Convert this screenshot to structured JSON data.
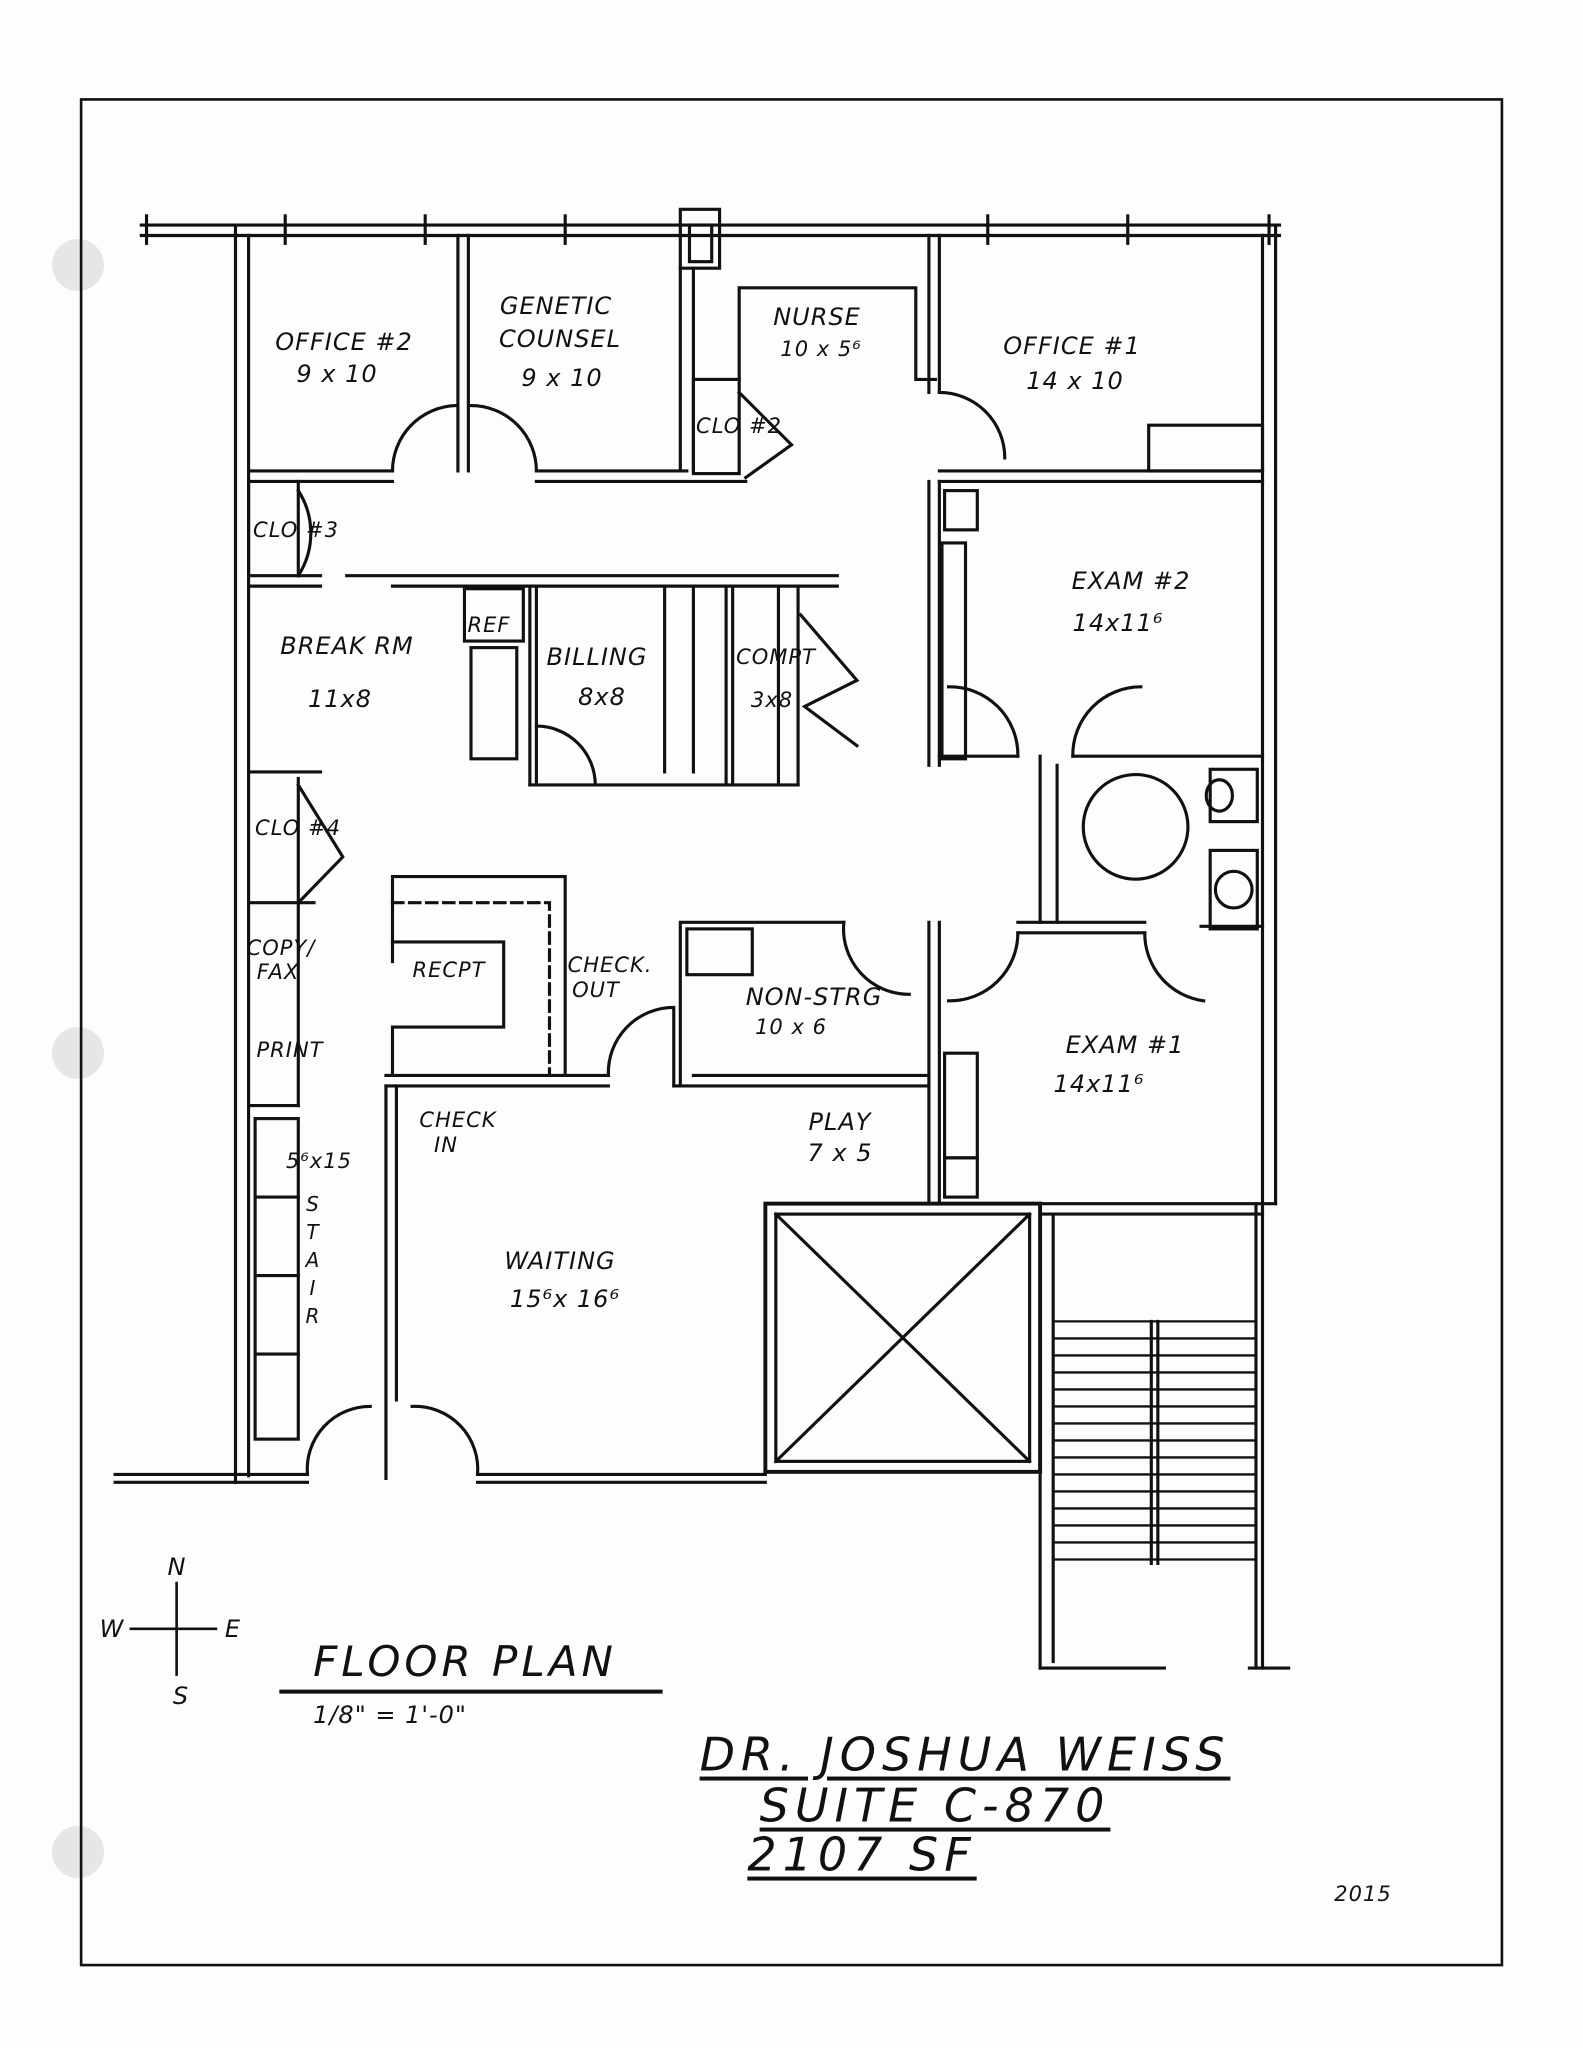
{
  "rooms": {
    "office2": {
      "name": "OFFICE #2",
      "size": "9 x 10"
    },
    "genetic": {
      "name_1": "GENETIC",
      "name_2": "COUNSEL",
      "size": "9 x 10"
    },
    "nurse": {
      "name": "NURSE",
      "size": "10 x 5⁶"
    },
    "office1": {
      "name": "OFFICE #1",
      "size": "14 x 10"
    },
    "clo2": {
      "name": "CLO #2"
    },
    "clo3": {
      "name": "CLO #3"
    },
    "exam2": {
      "name": "EXAM #2",
      "size": "14x11⁶"
    },
    "break": {
      "name": "BREAK RM",
      "size": "11x8"
    },
    "ref": {
      "name": "REF"
    },
    "billing": {
      "name": "BILLING",
      "size": "8x8"
    },
    "compt": {
      "name": "COMPT",
      "size": "3x8"
    },
    "clo4": {
      "name": "CLO #4"
    },
    "copy": {
      "name_1": "COPY/",
      "name_2": "FAX",
      "name_3": "PRINT"
    },
    "recpt": {
      "name": "RECPT"
    },
    "checkout": {
      "name_1": "CHECK.",
      "name_2": "OUT"
    },
    "nonstrg": {
      "name": "NON-STRG",
      "size": "10 x 6"
    },
    "exam1": {
      "name": "EXAM #1",
      "size": "14x11⁶"
    },
    "checkin": {
      "name_1": "CHECK",
      "name_2": "IN"
    },
    "play": {
      "name": "PLAY",
      "size": "7 x 5"
    },
    "stair": {
      "name": "STAIR",
      "size": "5⁶x15"
    },
    "waiting": {
      "name": "WAITING",
      "size": "15⁶x 16⁶"
    }
  },
  "compass": {
    "n": "N",
    "s": "S",
    "e": "E",
    "w": "W"
  },
  "title": {
    "label": "FLOOR PLAN",
    "scale": "1/8\" = 1'-0\""
  },
  "client": {
    "name": "DR. JOSHUA WEISS",
    "suite": "SUITE C-870",
    "area": "2107 SF"
  },
  "year": "2015"
}
